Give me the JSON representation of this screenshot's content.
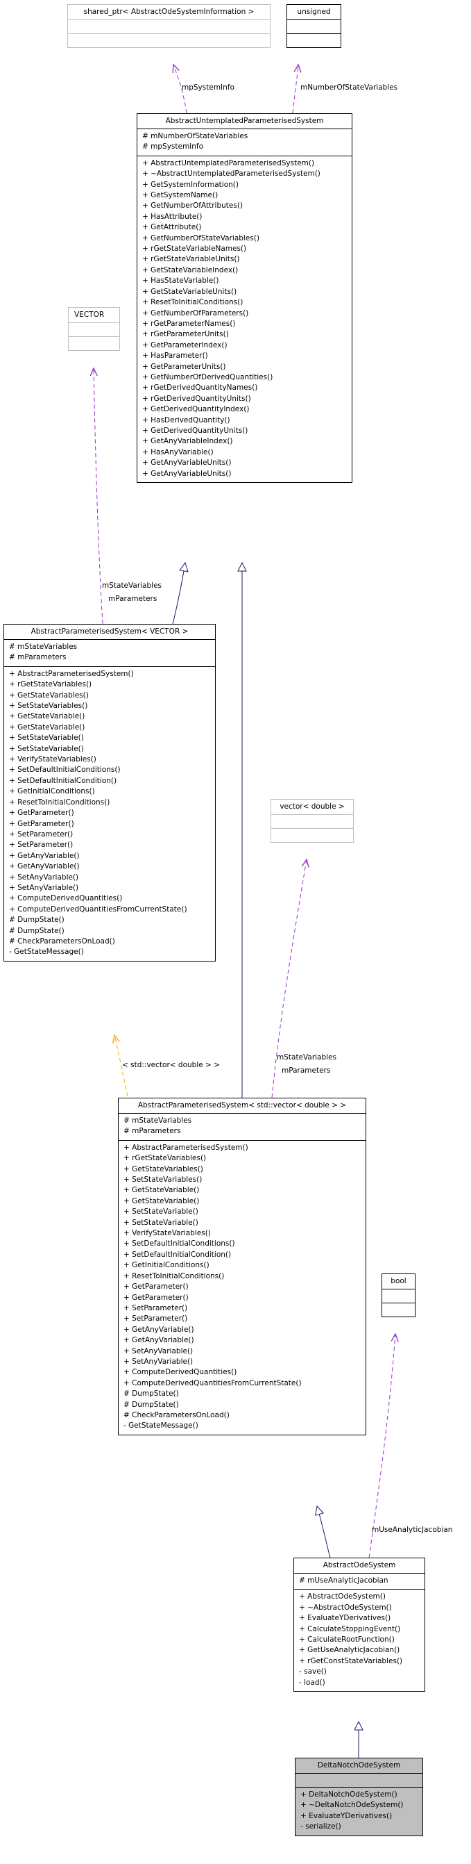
{
  "classes": {
    "shared_ptr": {
      "title": "shared_ptr< AbstractOdeSystemInformation >",
      "attributes": [],
      "methods": []
    },
    "unsigned": {
      "title": "unsigned",
      "attributes": [],
      "methods": []
    },
    "untemplated": {
      "title": "AbstractUntemplatedParameterisedSystem",
      "attributes": [
        "# mNumberOfStateVariables",
        "# mpSystemInfo"
      ],
      "methods": [
        "+ AbstractUntemplatedParameterisedSystem()",
        "+ ~AbstractUntemplatedParameterisedSystem()",
        "+ GetSystemInformation()",
        "+ GetSystemName()",
        "+ GetNumberOfAttributes()",
        "+ HasAttribute()",
        "+ GetAttribute()",
        "+ GetNumberOfStateVariables()",
        "+ rGetStateVariableNames()",
        "+ rGetStateVariableUnits()",
        "+ GetStateVariableIndex()",
        "+ HasStateVariable()",
        "+ GetStateVariableUnits()",
        "+ ResetToInitialConditions()",
        "+ GetNumberOfParameters()",
        "+ rGetParameterNames()",
        "+ rGetParameterUnits()",
        "+ GetParameterIndex()",
        "+ HasParameter()",
        "+ GetParameterUnits()",
        "+ GetNumberOfDerivedQuantities()",
        "+ rGetDerivedQuantityNames()",
        "+ rGetDerivedQuantityUnits()",
        "+ GetDerivedQuantityIndex()",
        "+ HasDerivedQuantity()",
        "+ GetDerivedQuantityUnits()",
        "+ GetAnyVariableIndex()",
        "+ HasAnyVariable()",
        "+ GetAnyVariableUnits()",
        "+ GetAnyVariableUnits()"
      ]
    },
    "vector_tpl": {
      "title": "VECTOR",
      "attributes": [],
      "methods": []
    },
    "param_vector": {
      "title": "AbstractParameterisedSystem< VECTOR >",
      "attributes": [
        "# mStateVariables",
        "# mParameters"
      ],
      "methods": [
        "+ AbstractParameterisedSystem()",
        "+ rGetStateVariables()",
        "+ GetStateVariables()",
        "+ SetStateVariables()",
        "+ GetStateVariable()",
        "+ GetStateVariable()",
        "+ SetStateVariable()",
        "+ SetStateVariable()",
        "+ VerifyStateVariables()",
        "+ SetDefaultInitialConditions()",
        "+ SetDefaultInitialCondition()",
        "+ GetInitialConditions()",
        "+ ResetToInitialConditions()",
        "+ GetParameter()",
        "+ GetParameter()",
        "+ SetParameter()",
        "+ SetParameter()",
        "+ GetAnyVariable()",
        "+ GetAnyVariable()",
        "+ SetAnyVariable()",
        "+ SetAnyVariable()",
        "+ ComputeDerivedQuantities()",
        "+ ComputeDerivedQuantitiesFromCurrentState()",
        "# DumpState()",
        "# DumpState()",
        "# CheckParametersOnLoad()",
        "- GetStateMessage()"
      ]
    },
    "vector_double": {
      "title": "vector< double >",
      "attributes": [],
      "methods": []
    },
    "param_std": {
      "title": "AbstractParameterisedSystem< std::vector< double > >",
      "attributes": [
        "# mStateVariables",
        "# mParameters"
      ],
      "methods": [
        "+ AbstractParameterisedSystem()",
        "+ rGetStateVariables()",
        "+ GetStateVariables()",
        "+ SetStateVariables()",
        "+ GetStateVariable()",
        "+ GetStateVariable()",
        "+ SetStateVariable()",
        "+ SetStateVariable()",
        "+ VerifyStateVariables()",
        "+ SetDefaultInitialConditions()",
        "+ SetDefaultInitialCondition()",
        "+ GetInitialConditions()",
        "+ ResetToInitialConditions()",
        "+ GetParameter()",
        "+ GetParameter()",
        "+ SetParameter()",
        "+ SetParameter()",
        "+ GetAnyVariable()",
        "+ GetAnyVariable()",
        "+ SetAnyVariable()",
        "+ SetAnyVariable()",
        "+ ComputeDerivedQuantities()",
        "+ ComputeDerivedQuantitiesFromCurrentState()",
        "# DumpState()",
        "# DumpState()",
        "# CheckParametersOnLoad()",
        "- GetStateMessage()"
      ]
    },
    "bool": {
      "title": "bool",
      "attributes": [],
      "methods": []
    },
    "ode": {
      "title": "AbstractOdeSystem",
      "attributes": [
        "# mUseAnalyticJacobian"
      ],
      "methods": [
        "+ AbstractOdeSystem()",
        "+ ~AbstractOdeSystem()",
        "+ EvaluateYDerivatives()",
        "+ CalculateStoppingEvent()",
        "+ CalculateRootFunction()",
        "+ GetUseAnalyticJacobian()",
        "+ rGetConstStateVariables()",
        "- save()",
        "- load()"
      ]
    },
    "delta": {
      "title": "DeltaNotchOdeSystem",
      "attributes": [],
      "methods": [
        "+ DeltaNotchOdeSystem()",
        "+ ~DeltaNotchOdeSystem()",
        "+ EvaluateYDerivatives()",
        "- serialize()"
      ]
    }
  },
  "edge_labels": {
    "mpSystemInfo": "mpSystemInfo",
    "mNumberOfStateVariables": "mNumberOfStateVariables",
    "vector_mStateVariables": "mStateVariables",
    "vector_mParameters": "mParameters",
    "template_arg": "< std::vector< double > >",
    "double_mStateVariables": "mStateVariables",
    "double_mParameters": "mParameters",
    "mUseAnalyticJacobian": "mUseAnalyticJacobian"
  },
  "colors": {
    "inheritance": "#191970",
    "usage": "#9a32cd",
    "template": "#ffa500",
    "external_border": "#bfbfbf",
    "focus_fill": "#bfbfbf"
  }
}
